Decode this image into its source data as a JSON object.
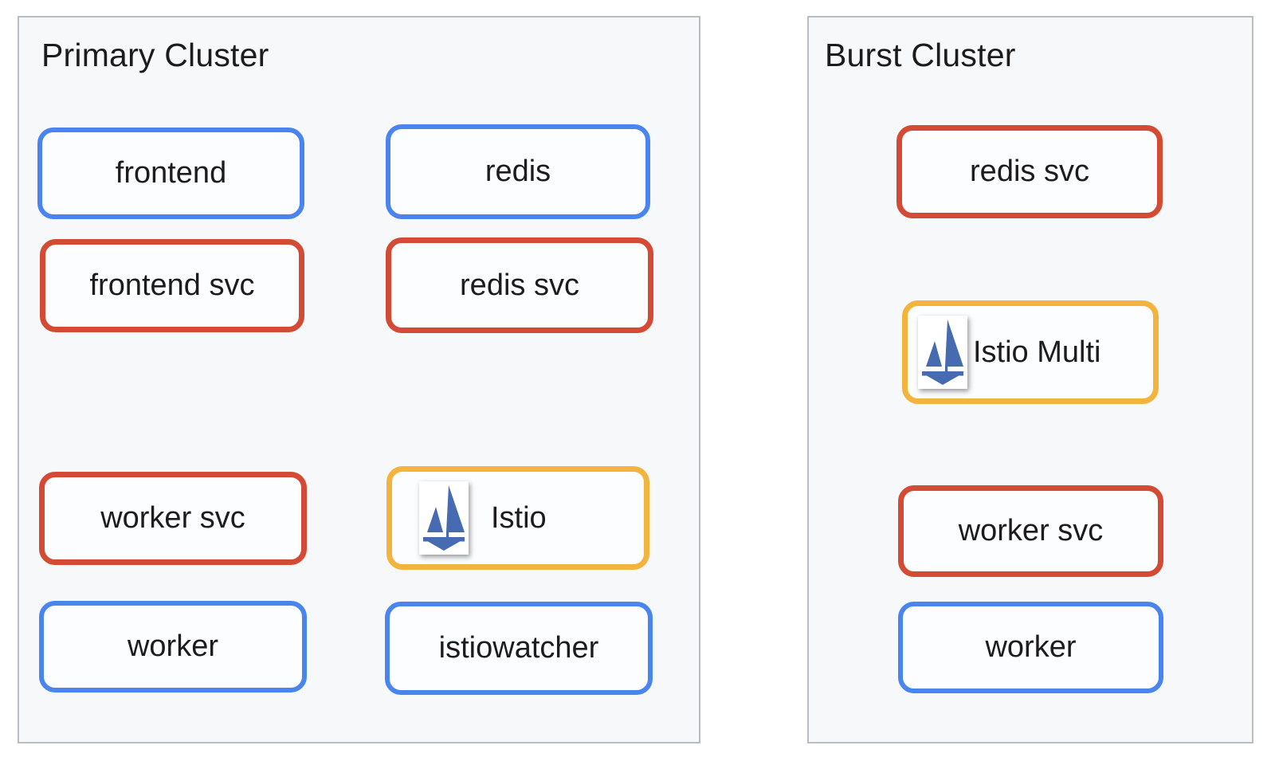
{
  "colors": {
    "deployment_blue": "#4a84ee",
    "service_red": "#d34b35",
    "istio_yellow": "#f2b43d",
    "istio_logo_blue": "#466bb0",
    "cluster_bg": "#f6f8fa",
    "cluster_border": "#b9bdc2",
    "box_bg": "#fcfdfe",
    "text": "#1c1c1c"
  },
  "clusters": {
    "primary": {
      "title": "Primary Cluster",
      "boxes": {
        "frontend": {
          "label": "frontend",
          "kind": "deployment"
        },
        "redis": {
          "label": "redis",
          "kind": "deployment"
        },
        "frontend_svc": {
          "label": "frontend svc",
          "kind": "service"
        },
        "redis_svc": {
          "label": "redis svc",
          "kind": "service"
        },
        "worker_svc": {
          "label": "worker svc",
          "kind": "service"
        },
        "istio": {
          "label": "Istio",
          "kind": "istio"
        },
        "worker": {
          "label": "worker",
          "kind": "deployment"
        },
        "istiowatcher": {
          "label": "istiowatcher",
          "kind": "deployment"
        }
      }
    },
    "burst": {
      "title": "Burst Cluster",
      "boxes": {
        "redis_svc": {
          "label": "redis svc",
          "kind": "service"
        },
        "istio_multi": {
          "label": "Istio Multi",
          "kind": "istio"
        },
        "worker_svc": {
          "label": "worker svc",
          "kind": "service"
        },
        "worker": {
          "label": "worker",
          "kind": "deployment"
        }
      }
    }
  }
}
